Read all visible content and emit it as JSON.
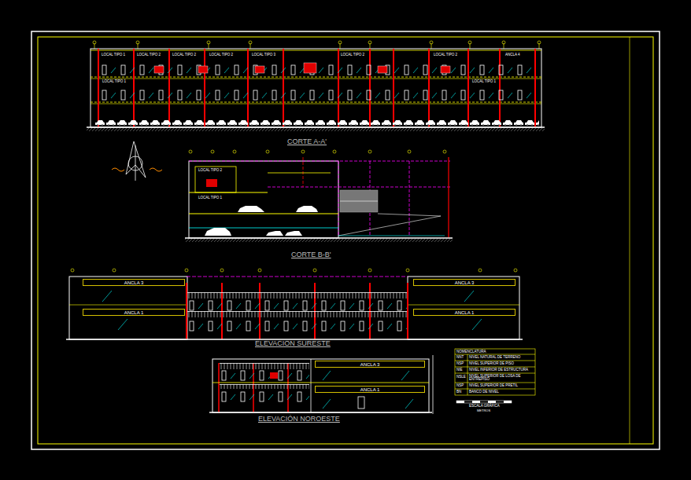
{
  "diagram": {
    "nodes": [
      {
        "text": [
          "ANCLA 3"
        ]
      },
      {
        "text": [
          "ANCLA 1"
        ]
      },
      {
        "text": [
          "ANCLA 3"
        ]
      },
      {
        "text": [
          "ANCLA 1"
        ]
      },
      {
        "text": [
          "ANCLA 3"
        ]
      },
      {
        "text": [
          "ANCLA 1"
        ]
      }
    ],
    "labels": [
      "CORTE A-A'",
      "CORTE B-B'",
      "ELEVACIÓN SURESTE",
      "ELEVACIÓN NOROESTE",
      "LOCAL TIPO 1",
      "LOCAL TIPO 2",
      "LOCAL TIPO 2",
      "LOCAL TIPO 2",
      "LOCAL TIPO 3",
      "LOCAL TIPO 2",
      "LOCAL TIPO 2",
      "ANCLA 4",
      "LOCAL TIPO 1",
      "LOCAL TIPO 1",
      "LOCAL TIPO 2",
      "LOCAL TIPO 1",
      "NOMENCLATURA",
      "NNT",
      "NIVEL NATURAL DE TERRENO",
      "NSP",
      "NIVEL SUPERIOR DE PISO",
      "NIE",
      "NIVEL INFERIOR DE ESTRUCTURA",
      "NSLE",
      "NIVEL SUPERIOR DE LOSA DE ENTREPISO",
      "NSP",
      "NIVEL SUPERIOR DE PRETIL",
      "BN",
      "BANCO DE NIVEL",
      "ESCALA GRÁFICA",
      "METROS"
    ]
  }
}
